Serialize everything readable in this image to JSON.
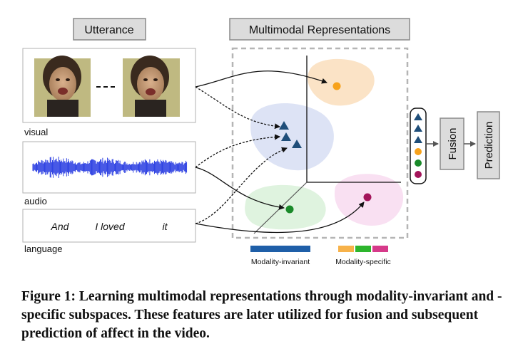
{
  "headers": {
    "utterance": "Utterance",
    "multimodal": "Multimodal Representations"
  },
  "modalities": {
    "visual": "visual",
    "audio": "audio",
    "language": "language"
  },
  "language_words": [
    "And",
    "I loved",
    "it"
  ],
  "stages": {
    "fusion": "Fusion",
    "prediction": "Prediction"
  },
  "legend": {
    "invariant": "Modality-invariant",
    "specific": "Modality-specific"
  },
  "colors": {
    "invariant_blue": "#1f5fa8",
    "triangle_navy": "#1f4e79",
    "orange": "#f7a21b",
    "green": "#1a8a2a",
    "magenta": "#a3145a",
    "legend_orange": "#f7b24a",
    "legend_green": "#2db52d",
    "legend_magenta": "#d63a8a",
    "blob_orange": "#fbe3c6",
    "blob_blue": "#dde3f5",
    "blob_green": "#dff3df",
    "blob_pink": "#f9e0f2"
  },
  "caption": "Figure 1: Learning multimodal representations through modality-invariant and -specific subspaces. These features are later utilized for fusion and subsequent prediction of affect in the video."
}
